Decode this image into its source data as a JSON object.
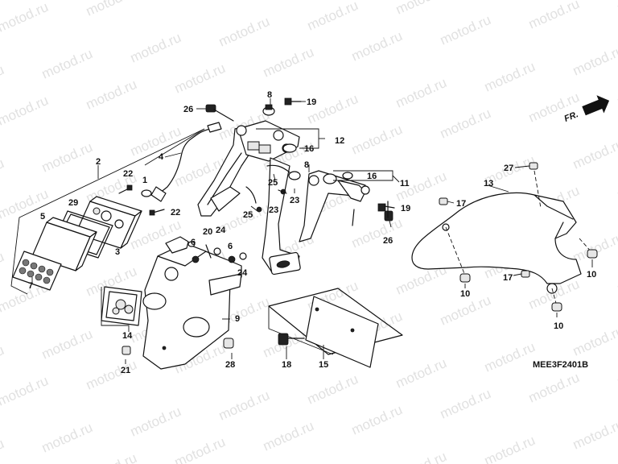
{
  "diagram": {
    "watermark": "motod.ru",
    "direction_label": "FR.",
    "code": "MEE3F2401B",
    "callouts": {
      "p2": "2",
      "p4": "4",
      "p22a": "22",
      "p1": "1",
      "p22b": "22",
      "p29": "29",
      "p5": "5",
      "p3": "3",
      "p7": "7",
      "p26a": "26",
      "p8a": "8",
      "p19a": "19",
      "p12": "12",
      "p16a": "16",
      "p25a": "25",
      "p8b": "8",
      "p23a": "23",
      "p16b": "16",
      "p11": "11",
      "p19b": "19",
      "p26b": "26",
      "p25b": "25",
      "p23b": "23",
      "p20": "20",
      "p24a": "24",
      "p6a": "6",
      "p6b": "6",
      "p24b": "24",
      "p9": "9",
      "p14": "14",
      "p21": "21",
      "p28": "28",
      "p18": "18",
      "p15": "15",
      "p13": "13",
      "p27": "27",
      "p17a": "17",
      "p17b": "17",
      "p10a": "10",
      "p10b": "10",
      "p10c": "10"
    }
  }
}
